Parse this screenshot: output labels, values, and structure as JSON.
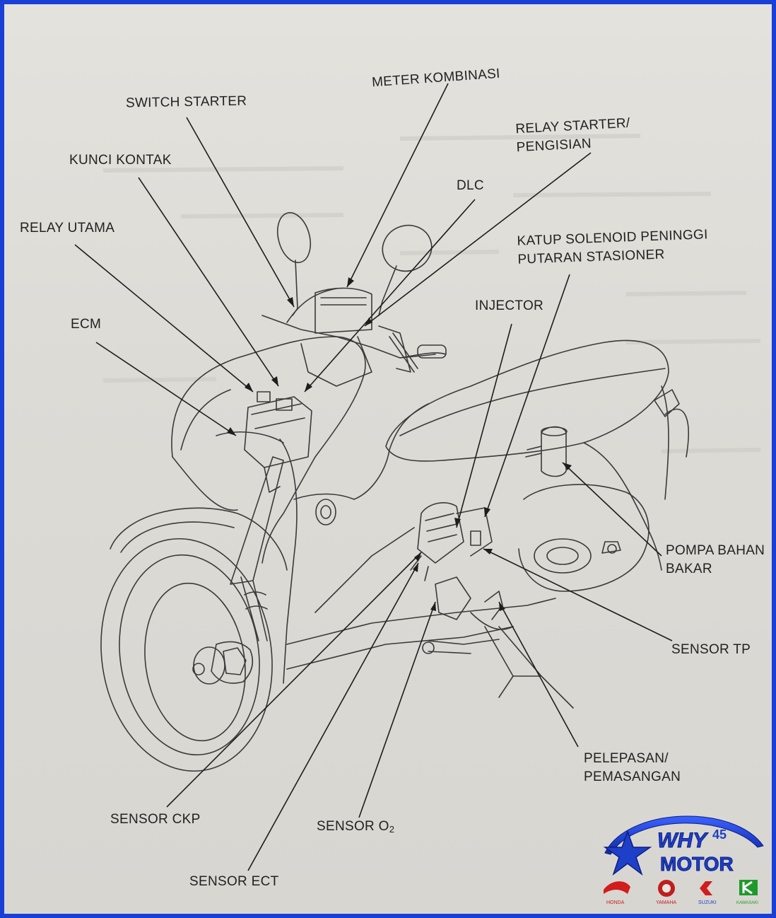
{
  "labels": {
    "meter_kombinasi": "METER KOMBINASI",
    "switch_starter": "SWITCH STARTER",
    "relay_starter_l1": "RELAY STARTER/",
    "relay_starter_l2": "PENGISIAN",
    "kunci_kontak": "KUNCI KONTAK",
    "dlc": "DLC",
    "relay_utama": "RELAY UTAMA",
    "katup_l1": "KATUP SOLENOID PENINGGI",
    "katup_l2": "PUTARAN STASIONER",
    "injector": "INJECTOR",
    "ecm": "ECM",
    "pompa_l1": "POMPA BAHAN",
    "pompa_l2": "BAKAR",
    "sensor_tp": "SENSOR TP",
    "pelepasan_l1": "PELEPASAN/",
    "pelepasan_l2": "PEMASANGAN",
    "sensor_ckp": "SENSOR CKP",
    "sensor_o2": "SENSOR O",
    "sensor_o2_sub": "2",
    "sensor_ect": "SENSOR ECT"
  },
  "watermark": {
    "line1": "WHY",
    "number": "45",
    "line2": "MOTOR",
    "brands": [
      "HONDA",
      "YAMAHA",
      "SUZUKI",
      "KAWASAKI"
    ]
  },
  "colors": {
    "border": "#1a3fd6",
    "paper": "#dedcd7",
    "ink": "#222222",
    "logo_blue": "#1e3fc8"
  }
}
